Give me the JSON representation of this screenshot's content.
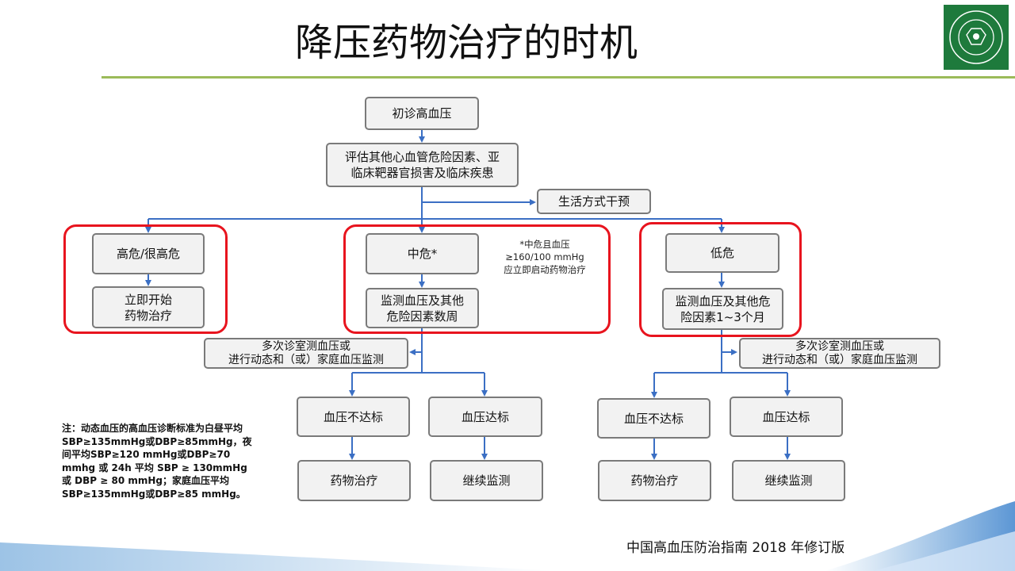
{
  "slide": {
    "title": "降压药物治疗的时机",
    "source": "中国高血压防治指南 2018 年修订版"
  },
  "flow": {
    "initial": "初诊高血压",
    "assess": "评估其他心血管危险因素、亚\n临床靶器官损害及临床疾患",
    "lifestyle": "生活方式干预",
    "high_risk": "高危/很高危",
    "immediate_tx": "立即开始\n药物治疗",
    "mid_risk": "中危*",
    "mid_monitor": "监测血压及其他\n危险因素数周",
    "mid_note": "*中危且血压\n≥160/100 mmHg\n应立即启动药物治疗",
    "low_risk": "低危",
    "low_monitor": "监测血压及其他危\n险因素1~3个月",
    "multi_left": "多次诊室测血压或\n进行动态和（或）家庭血压监测",
    "multi_right": "多次诊室测血压或\n进行动态和（或）家庭血压监测",
    "not_target_left": "血压不达标",
    "target_left": "血压达标",
    "drug_left": "药物治疗",
    "continue_left": "继续监测",
    "not_target_right": "血压不达标",
    "target_right": "血压达标",
    "drug_right": "药物治疗",
    "continue_right": "继续监测"
  },
  "footnote": "注：动态血压的高血压诊断标准为白昼平均SBP≥135mmHg或DBP≥85mmHg，夜间平均SBP≥120 mmHg或DBP≥70 mmhg 或 24h 平均 SBP ≥ 130mmHg 或 DBP ≥ 80 mmHg；家庭血压平均SBP≥135mmHg或DBP≥85 mmHg。",
  "colors": {
    "box_fill": "#f2f2f2",
    "box_border": "#7a7a7a",
    "arrow": "#3b6fc4",
    "highlight": "#e8141e",
    "title_rule": "#9bbb59",
    "logo_green": "#1e7a3c"
  },
  "icons": {
    "logo": "association-seal-icon"
  }
}
